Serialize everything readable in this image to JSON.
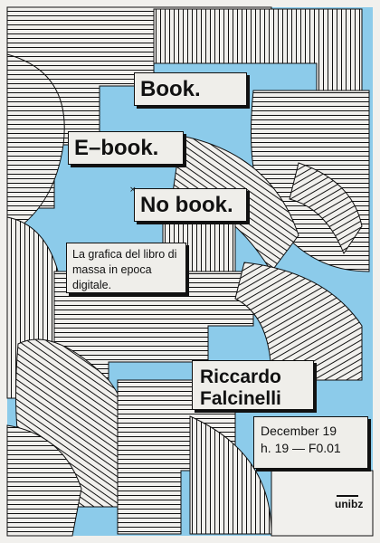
{
  "poster": {
    "colors": {
      "background": "#f1f0ed",
      "accent": "#8ccbea",
      "ink": "#111111"
    },
    "title_lines": [
      "Book.",
      "E–book.",
      "No book."
    ],
    "asterisk": "×",
    "subtitle_line1": "La grafica del libro di",
    "subtitle_line2": "massa in epoca digitale.",
    "speaker_line1": "Riccardo",
    "speaker_line2": "Falcinelli",
    "date_line": "December 19",
    "time_place_line": "h. 19 — F0.01",
    "logo": "unibz"
  }
}
